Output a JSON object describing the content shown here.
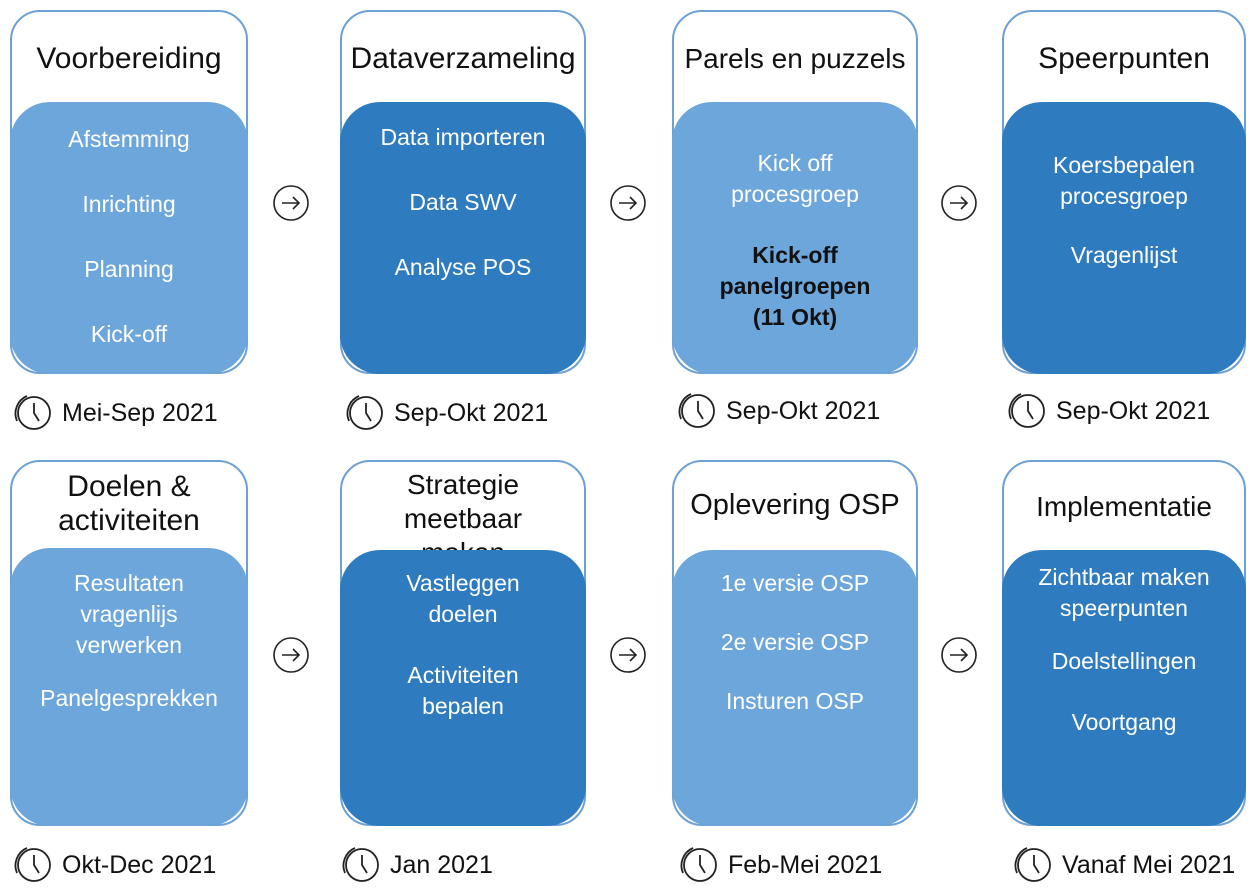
{
  "colors": {
    "dark": "#2f7bbf",
    "light": "#6da6da",
    "border": "#6da0d4"
  },
  "rows": [
    {
      "phases": [
        {
          "title": "Voorbereiding",
          "style": "light",
          "items": [
            {
              "text": "Afstemming"
            },
            {
              "text": "Inrichting"
            },
            {
              "text": "Planning"
            },
            {
              "text": "Kick-off"
            }
          ],
          "date": "Mei-Sep 2021",
          "icon": "clock-icon"
        },
        {
          "title": "Dataverzameling",
          "style": "dark",
          "items": [
            {
              "text": "Data importeren"
            },
            {
              "text": "Data SWV"
            },
            {
              "text": "Analyse POS"
            }
          ],
          "date": "Sep-Okt 2021",
          "icon": "clock-icon"
        },
        {
          "title": "Parels en puzzels",
          "style": "light",
          "items": [
            {
              "text": "Kick off procesgroep"
            },
            {
              "text": "Kick-off panelgroepen (11 Okt)",
              "bold": true
            }
          ],
          "date": "Sep-Okt 2021",
          "icon": "clock-icon"
        },
        {
          "title": "Speerpunten",
          "style": "dark",
          "items": [
            {
              "text": "Koersbepalen procesgroep"
            },
            {
              "text": "Vragenlijst"
            }
          ],
          "date": "Sep-Okt 2021",
          "icon": "clock-icon"
        }
      ]
    },
    {
      "phases": [
        {
          "title": "Doelen & activiteiten",
          "style": "light",
          "items": [
            {
              "text": "Resultaten vragenlijs verwerken"
            },
            {
              "text": "Panelgesprekken"
            }
          ],
          "date": "Okt-Dec 2021",
          "icon": "clock-icon"
        },
        {
          "title": "Strategie meetbaar maken",
          "style": "dark",
          "items": [
            {
              "text": "Vastleggen doelen"
            },
            {
              "text": "Activiteiten bepalen"
            }
          ],
          "date": "Jan 2021",
          "icon": "clock-icon"
        },
        {
          "title": "Oplevering OSP",
          "style": "light",
          "items": [
            {
              "text": "1e versie OSP"
            },
            {
              "text": "2e versie OSP"
            },
            {
              "text": "Insturen OSP"
            }
          ],
          "date": "Feb-Mei 2021",
          "icon": "clock-icon"
        },
        {
          "title": "Implementatie",
          "style": "dark",
          "items": [
            {
              "text": "Zichtbaar maken speerpunten"
            },
            {
              "text": "Doelstellingen"
            },
            {
              "text": "Voortgang"
            }
          ],
          "date": "Vanaf Mei 2021",
          "icon": "clock-icon"
        }
      ]
    }
  ],
  "connector_icon": "arrow-right-circle-icon"
}
